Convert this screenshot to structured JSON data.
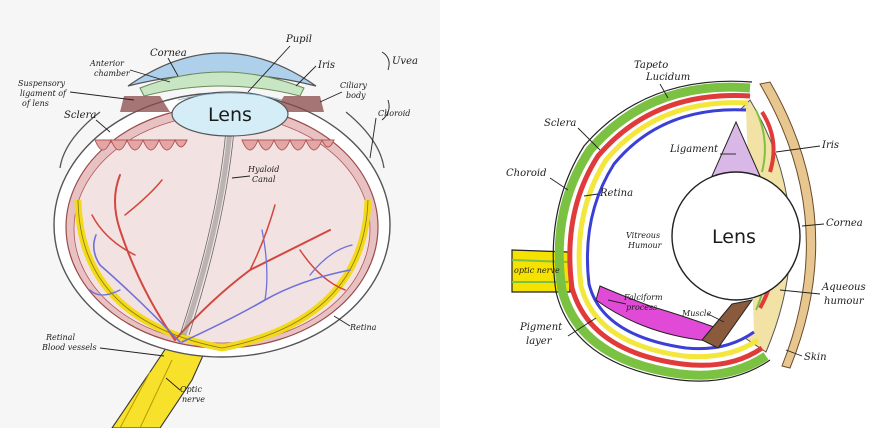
{
  "left_diagram": {
    "labels": {
      "cornea": "Cornea",
      "pupil": "Pupil",
      "anterior_chamber_1": "Anterior",
      "anterior_chamber_2": "chamber",
      "iris": "Iris",
      "uvea": "Uvea",
      "suspensory_1": "Suspensory",
      "suspensory_2": "ligament of",
      "suspensory_3": "of lens",
      "ciliary_1": "Ciliary",
      "ciliary_2": "body",
      "choroid": "Choroid",
      "sclera": "Sclera",
      "lens": "Lens",
      "hyaloid_1": "Hyaloid",
      "hyaloid_2": "Canal",
      "retinal_vessels_1": "Retinal",
      "retinal_vessels_2": "Blood vessels",
      "retina": "Retina",
      "optic_nerve_1": "Optic",
      "optic_nerve_2": "nerve"
    }
  },
  "right_diagram": {
    "labels": {
      "tapetum_1": "Tapeto",
      "tapetum_2": "Lucidum",
      "sclera": "Sclera",
      "ligament": "Ligament",
      "iris": "Iris",
      "choroid": "Choroid",
      "retina": "Retina",
      "vitreous_1": "Vitreous",
      "vitreous_2": "Humour",
      "lens": "Lens",
      "cornea": "Cornea",
      "optic_nerve": "optic nerve",
      "falciform_1": "Falciform",
      "falciform_2": "process",
      "aqueous_1": "Aqueous",
      "aqueous_2": "humour",
      "pigment_1": "Pigment",
      "pigment_2": "layer",
      "muscle": "Muscle",
      "skin": "Skin"
    }
  },
  "colors": {
    "sclera_green": "#7cc242",
    "choroid_red": "#e03a3a",
    "retina_blue": "#3b3fd6",
    "tapetum_yellow": "#f3e63c",
    "falciform_pink": "#e04ad6",
    "ligament_lilac": "#d9b8e8",
    "muscle_brown": "#8a5a3c",
    "aqueous_beige": "#f2e2a6",
    "optic_yellow": "#f5e200",
    "vessel_red": "#d2473f",
    "vessel_blue": "#6e72d8"
  }
}
